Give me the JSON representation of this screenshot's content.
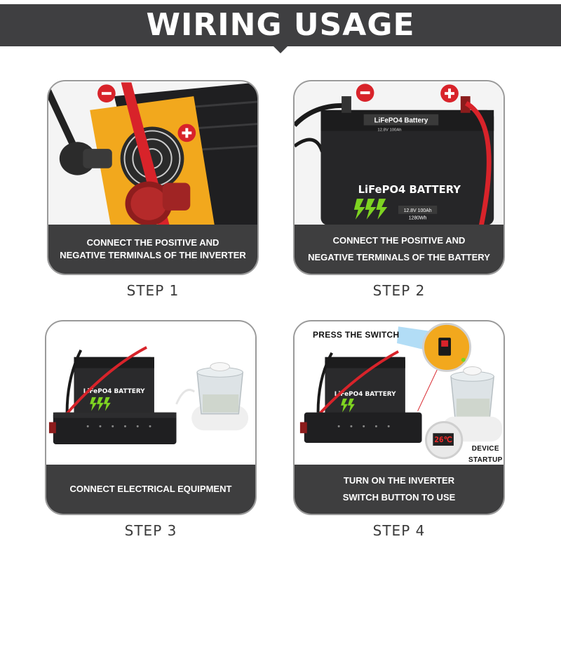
{
  "header": {
    "title": "WIRING USAGE"
  },
  "steps": [
    {
      "caption_line1": "CONNECT THE POSITIVE AND",
      "caption_line2": "NEGATIVE TERMINALS OF THE INVERTER",
      "label": "STEP 1"
    },
    {
      "caption_line1": "CONNECT THE POSITIVE AND",
      "caption_line2": "NEGATIVE TERMINALS OF THE BATTERY",
      "label": "STEP 2",
      "battery_brand": "LiFePO4 Battery",
      "battery_label": "LiFePO4 BATTERY",
      "battery_spec_1": "12.8V 100Ah",
      "battery_spec_2": "1280Wh"
    },
    {
      "caption_line1": "CONNECT ELECTRICAL EQUIPMENT",
      "label": "STEP 3",
      "battery_label": "LiFePO4 BATTERY"
    },
    {
      "caption_line1": "TURN ON THE INVERTER",
      "caption_line2": "SWITCH BUTTON TO USE",
      "label": "STEP 4",
      "battery_label": "LiFePO4 BATTERY",
      "press_switch": "PRESS THE SWITCH",
      "device_line1": "DEVICE",
      "device_line2": "STARTUP",
      "display_value": "26℃"
    }
  ],
  "colors": {
    "banner": "#3f3f41",
    "caption_bg": "#3e3e3f",
    "inverter_yellow": "#f2a81d",
    "terminal_red": "#d8232a",
    "battery_green": "#7ed321"
  },
  "icons": [
    "minus-terminal-icon",
    "plus-terminal-icon",
    "lightning-icon"
  ]
}
